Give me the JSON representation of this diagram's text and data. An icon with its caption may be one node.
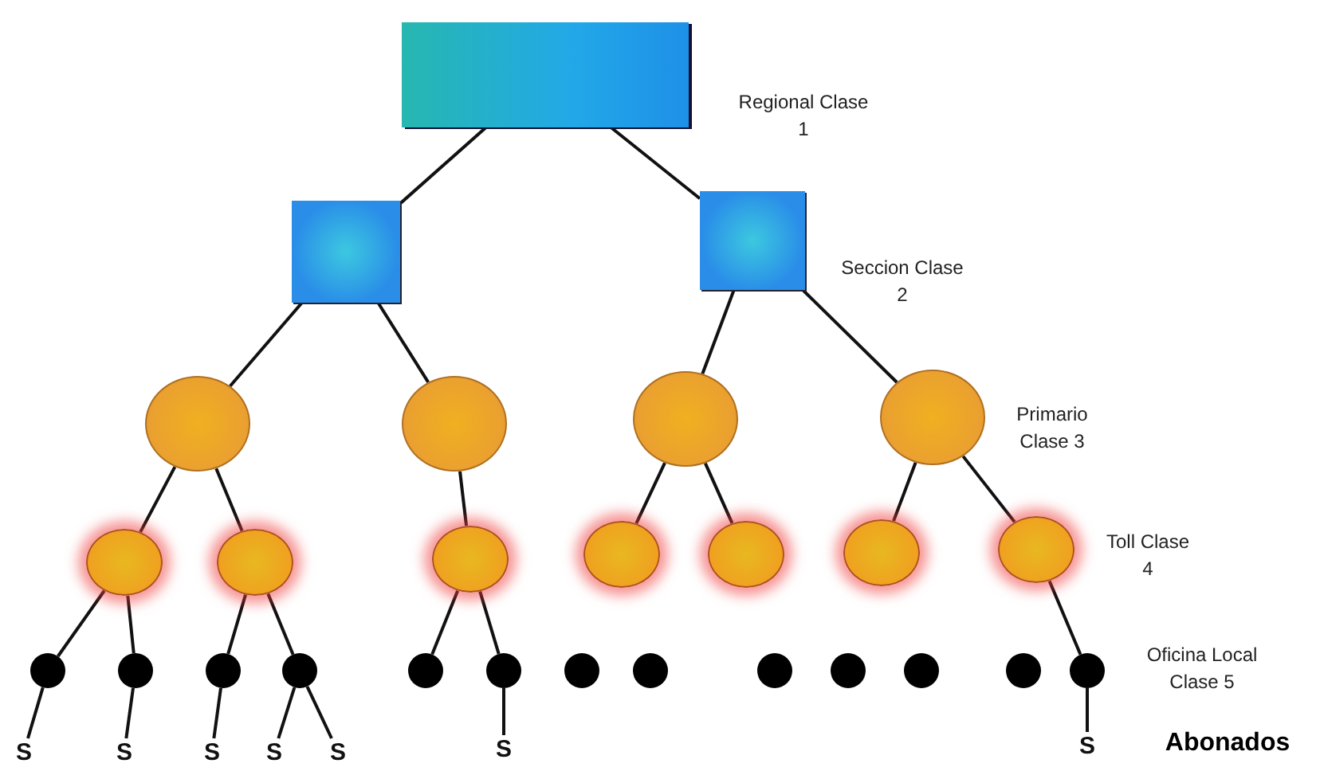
{
  "diagram": {
    "nodes": [
      {
        "text": [],
        "shape": "box"
      },
      {
        "text": [],
        "shape": "box"
      },
      {
        "text": [],
        "shape": "box"
      },
      {
        "text": [],
        "shape": "circle"
      },
      {
        "text": [],
        "shape": "circle"
      },
      {
        "text": [],
        "shape": "circle"
      },
      {
        "text": [],
        "shape": "circle"
      },
      {
        "text": [],
        "shape": "circle"
      },
      {
        "text": [],
        "shape": "circle"
      },
      {
        "text": [],
        "shape": "circle"
      },
      {
        "text": [],
        "shape": "circle"
      },
      {
        "text": [],
        "shape": "circle"
      },
      {
        "text": [],
        "shape": "circle"
      },
      {
        "text": [],
        "shape": "circle"
      },
      {
        "text": [],
        "shape": "circle"
      },
      {
        "text": [],
        "shape": "circle"
      },
      {
        "text": [],
        "shape": "circle"
      },
      {
        "text": [],
        "shape": "circle"
      },
      {
        "text": [],
        "shape": "circle"
      },
      {
        "text": [],
        "shape": "circle"
      },
      {
        "text": [],
        "shape": "circle"
      },
      {
        "text": [],
        "shape": "circle"
      },
      {
        "text": [],
        "shape": "circle"
      },
      {
        "text": [],
        "shape": "circle"
      },
      {
        "text": [],
        "shape": "circle"
      },
      {
        "text": [],
        "shape": "circle"
      },
      {
        "text": [],
        "shape": "circle"
      },
      {
        "text": [
          "S"
        ]
      },
      {
        "text": [
          "S"
        ]
      },
      {
        "text": [
          "S"
        ]
      },
      {
        "text": [
          "S"
        ]
      },
      {
        "text": [
          "S"
        ]
      },
      {
        "text": [
          "S"
        ]
      },
      {
        "text": [
          "S"
        ]
      }
    ],
    "edges": [
      {
        "from": 0,
        "to": 1,
        "arrow": "none"
      },
      {
        "from": 0,
        "to": 2,
        "arrow": "none"
      },
      {
        "from": 1,
        "to": 3,
        "arrow": "none"
      },
      {
        "from": 1,
        "to": 4,
        "arrow": "none"
      },
      {
        "from": 2,
        "to": 5,
        "arrow": "none"
      },
      {
        "from": 2,
        "to": 6,
        "arrow": "none"
      },
      {
        "from": 3,
        "to": 7,
        "arrow": "none"
      },
      {
        "from": 3,
        "to": 8,
        "arrow": "none"
      },
      {
        "from": 4,
        "to": 9,
        "arrow": "none"
      },
      {
        "from": 5,
        "to": 10,
        "arrow": "none"
      },
      {
        "from": 5,
        "to": 11,
        "arrow": "none"
      },
      {
        "from": 6,
        "to": 12,
        "arrow": "none"
      },
      {
        "from": 6,
        "to": 13,
        "arrow": "none"
      },
      {
        "from": 7,
        "to": 14,
        "arrow": "none"
      },
      {
        "from": 7,
        "to": 15,
        "arrow": "none"
      },
      {
        "from": 8,
        "to": 16,
        "arrow": "none"
      },
      {
        "from": 8,
        "to": 17,
        "arrow": "none"
      },
      {
        "from": 9,
        "to": 18,
        "arrow": "none"
      },
      {
        "from": 9,
        "to": 19,
        "arrow": "none"
      },
      {
        "from": 13,
        "to": 26,
        "arrow": "none"
      },
      {
        "from": 14,
        "to": 27,
        "arrow": "none"
      },
      {
        "from": 15,
        "to": 28,
        "arrow": "none"
      },
      {
        "from": 16,
        "to": 29,
        "arrow": "none"
      },
      {
        "from": 17,
        "to": 30,
        "arrow": "none"
      },
      {
        "from": 17,
        "to": 31,
        "arrow": "none"
      },
      {
        "from": 19,
        "to": 32,
        "arrow": "none"
      },
      {
        "from": 26,
        "to": 33,
        "arrow": "none"
      }
    ],
    "labels": [
      "Regional Clase 1",
      "Seccion Clase 2",
      "Primario Clase 3",
      "Toll Clase 4",
      "Oficina Local Clase 5",
      "Abonados"
    ]
  }
}
